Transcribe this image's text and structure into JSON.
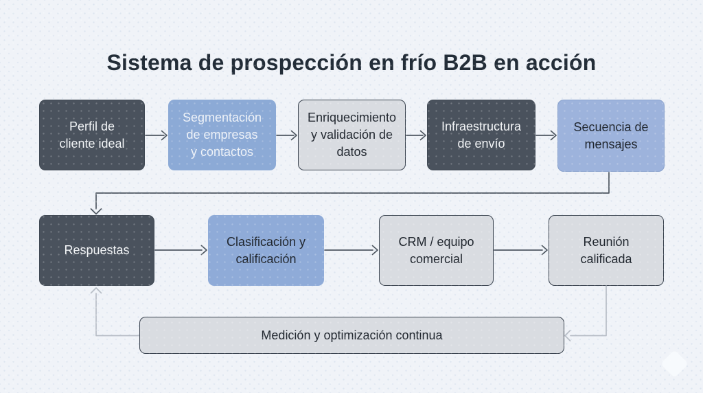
{
  "title": "Sistema de prospección en frío B2B en acción",
  "nodes": {
    "perfil": {
      "label": "Perfil de\ncliente ideal",
      "variant": "dark"
    },
    "segmentacion": {
      "label": "Segmentación\nde empresas\ny contactos",
      "variant": "blue"
    },
    "enriquecimiento": {
      "label": "Enriquecimiento\ny validación de\ndatos",
      "variant": "light"
    },
    "infraestructura": {
      "label": "Infraestructura\nde envío",
      "variant": "dark"
    },
    "secuencia": {
      "label": "Secuencia de\nmensajes",
      "variant": "blue"
    },
    "respuestas": {
      "label": "Respuestas",
      "variant": "dark"
    },
    "clasificacion": {
      "label": "Clasificación y\ncalificación",
      "variant": "blue"
    },
    "crm": {
      "label": "CRM / equipo\ncomercial",
      "variant": "light"
    },
    "reunion": {
      "label": "Reunión\ncalificada",
      "variant": "light"
    },
    "medicion": {
      "label": "Medición y optimización continua",
      "variant": "light"
    }
  },
  "edges": [
    {
      "from": "perfil",
      "to": "segmentacion",
      "style": "dark"
    },
    {
      "from": "segmentacion",
      "to": "enriquecimiento",
      "style": "dark"
    },
    {
      "from": "enriquecimiento",
      "to": "infraestructura",
      "style": "dark"
    },
    {
      "from": "infraestructura",
      "to": "secuencia",
      "style": "dark"
    },
    {
      "from": "secuencia",
      "to": "respuestas",
      "style": "dark"
    },
    {
      "from": "respuestas",
      "to": "clasificacion",
      "style": "dark"
    },
    {
      "from": "clasificacion",
      "to": "crm",
      "style": "dark"
    },
    {
      "from": "crm",
      "to": "reunion",
      "style": "dark"
    },
    {
      "from": "reunion",
      "to": "medicion",
      "style": "light"
    },
    {
      "from": "medicion",
      "to": "respuestas",
      "style": "light"
    }
  ],
  "colors": {
    "background": "#f0f3f8",
    "node_dark": "#4a525d",
    "node_blue": "#8caad6",
    "node_light": "#d9dce1",
    "light_border": "#3a434f",
    "arrow_dark": "#4e5761",
    "arrow_light": "#b7bdc6",
    "title_text": "#232d38"
  }
}
